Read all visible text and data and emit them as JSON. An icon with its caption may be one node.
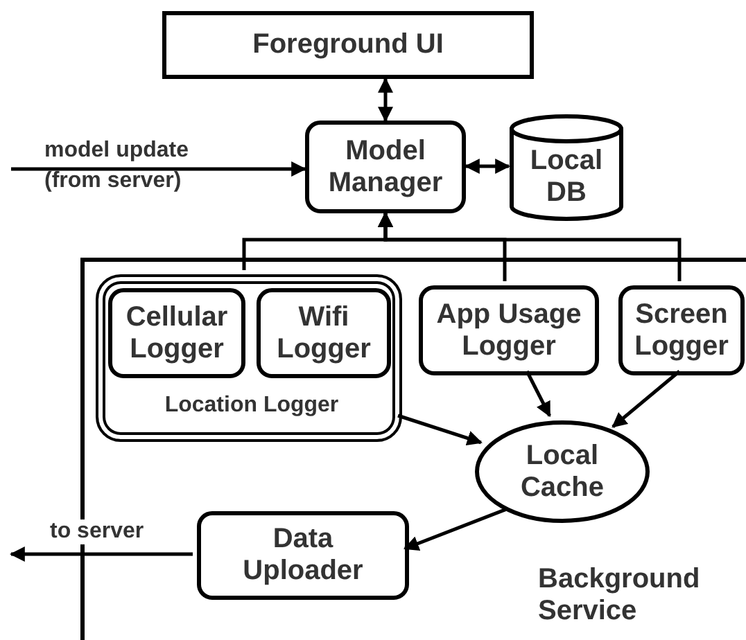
{
  "diagram": {
    "nodes": [
      {
        "text": [
          "Foreground UI"
        ]
      },
      {
        "text": [
          "Model Manager"
        ]
      },
      {
        "text": [
          "Local DB"
        ]
      },
      {
        "text": [
          "Background Service"
        ]
      },
      {
        "text": [
          "Location Logger"
        ],
        "in": 3
      },
      {
        "text": [
          "Cellular Logger"
        ],
        "in": 4
      },
      {
        "text": [
          "Wifi Logger"
        ],
        "in": 4
      },
      {
        "text": [
          "App Usage Logger"
        ],
        "in": 3
      },
      {
        "text": [
          "Screen Logger"
        ],
        "in": 3
      },
      {
        "text": [
          "Local Cache"
        ],
        "in": 3
      },
      {
        "text": [
          "Data Uploader"
        ],
        "in": 3
      }
    ],
    "edges": [
      {
        "from": 0,
        "to": 1,
        "arrow": "both"
      },
      {
        "from": null,
        "to": 1,
        "arrow": "to",
        "label": "model update (from server)"
      },
      {
        "from": 1,
        "to": 2,
        "arrow": "both"
      },
      {
        "from": 4,
        "to": 1,
        "arrow": "to"
      },
      {
        "from": 7,
        "to": 1,
        "arrow": "to"
      },
      {
        "from": 8,
        "to": 1,
        "arrow": "to"
      },
      {
        "from": 4,
        "to": 9,
        "arrow": "to"
      },
      {
        "from": 7,
        "to": 9,
        "arrow": "to"
      },
      {
        "from": 8,
        "to": 9,
        "arrow": "to"
      },
      {
        "from": 9,
        "to": 10,
        "arrow": "to"
      },
      {
        "from": 10,
        "to": null,
        "arrow": "to",
        "label": "to server"
      }
    ]
  }
}
